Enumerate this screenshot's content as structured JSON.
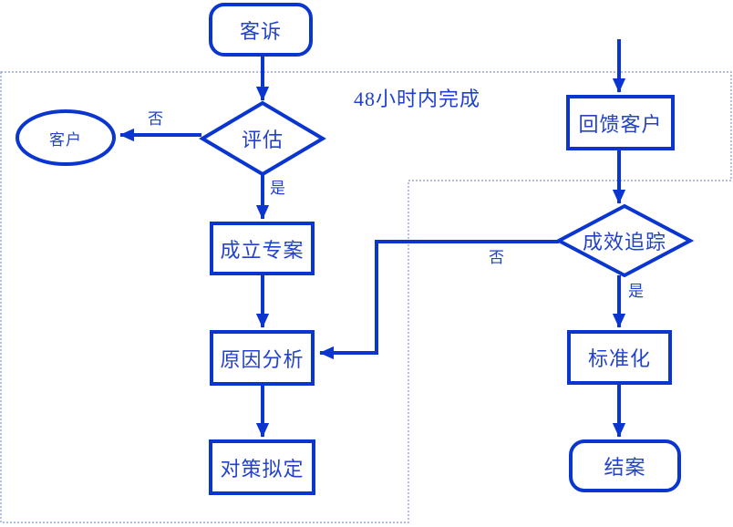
{
  "diagram": {
    "note": "48小时内完成",
    "colors": {
      "line": "#0a36cf",
      "text": "#2242cd",
      "dashed_border": "#93a6d8",
      "background": "#ffffff"
    },
    "nodes": [
      {
        "id": "complaint",
        "type": "terminator",
        "label": "客诉"
      },
      {
        "id": "customer",
        "type": "ellipse",
        "label": "客户"
      },
      {
        "id": "evaluate",
        "type": "decision",
        "label": "评估"
      },
      {
        "id": "establish-project",
        "type": "process",
        "label": "成立专案"
      },
      {
        "id": "cause-analysis",
        "type": "process",
        "label": "原因分析"
      },
      {
        "id": "countermeasure",
        "type": "process",
        "label": "对策拟定"
      },
      {
        "id": "feedback-customer",
        "type": "process",
        "label": "回馈客户"
      },
      {
        "id": "effect-tracking",
        "type": "decision",
        "label": "成效追踪"
      },
      {
        "id": "standardization",
        "type": "process",
        "label": "标准化"
      },
      {
        "id": "close-case",
        "type": "terminator",
        "label": "结案"
      }
    ],
    "edges": [
      {
        "from": "complaint",
        "to": "evaluate",
        "label": ""
      },
      {
        "from": "evaluate",
        "to": "customer",
        "label": "否"
      },
      {
        "from": "evaluate",
        "to": "establish-project",
        "label": "是"
      },
      {
        "from": "establish-project",
        "to": "cause-analysis",
        "label": ""
      },
      {
        "from": "cause-analysis",
        "to": "countermeasure",
        "label": ""
      },
      {
        "from": "offpage-top",
        "to": "feedback-customer",
        "label": ""
      },
      {
        "from": "feedback-customer",
        "to": "effect-tracking",
        "label": ""
      },
      {
        "from": "effect-tracking",
        "to": "cause-analysis",
        "label": "否"
      },
      {
        "from": "effect-tracking",
        "to": "standardization",
        "label": "是"
      },
      {
        "from": "standardization",
        "to": "close-case",
        "label": ""
      }
    ]
  }
}
